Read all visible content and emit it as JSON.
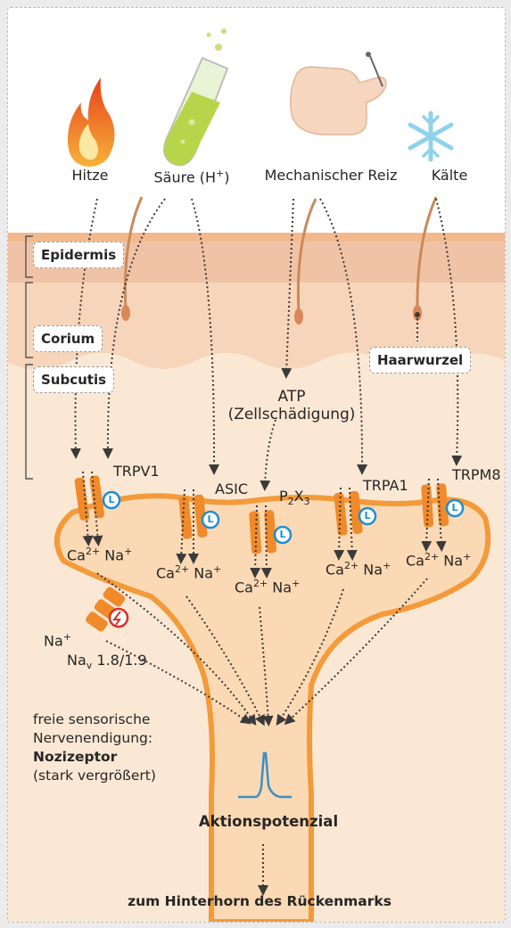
{
  "stimuli": {
    "heat": "Hitze",
    "acid": "Säure (H",
    "acid_sup": "+",
    "acid_close": ")",
    "mechanical": "Mechanischer Reiz",
    "cold": "Kälte"
  },
  "layers": {
    "epidermis": "Epidermis",
    "corium": "Corium",
    "subcutis": "Subcutis",
    "hair_root": "Haarwurzel"
  },
  "atp": {
    "line1": "ATP",
    "line2": "(Zellschädigung)"
  },
  "channels": {
    "trpv1": "TRPV1",
    "asic": "ASIC",
    "p2x3_base": "P",
    "p2x3_sub1": "2",
    "p2x3_x": "X",
    "p2x3_sub2": "3",
    "trpa1": "TRPA1",
    "trpm8": "TRPM8",
    "ligand_marker": "L"
  },
  "ions": {
    "ca": "Ca",
    "ca_charge": "2+",
    "na": "Na",
    "na_charge": "+"
  },
  "nav": {
    "ion": "Na",
    "ion_charge": "+",
    "name": "Na",
    "name_sub": "v",
    "name_rest": " 1.8/1.9"
  },
  "nerve_note": {
    "line1": "freie sensorische",
    "line2": "Nervenendigung:",
    "line3": "Nozizeptor",
    "line4": "(stark vergrößert)"
  },
  "action_potential": "Aktionspotenzial",
  "destination": "zum Hinterhorn des Rückenmarks",
  "colors": {
    "skin_top": "#f5c9a9",
    "epidermis_band": "#f0c0a3",
    "dermis": "#f7d8bf",
    "subcutis": "#fbe9d6",
    "nerve_outline": "#f39a3a",
    "nerve_fill": "#fbd9b4",
    "channel": "#f08a2a",
    "ligand_blue": "#1d8ed1",
    "ap_trace": "#3a8fc7",
    "arrow": "#3a3a3a"
  }
}
